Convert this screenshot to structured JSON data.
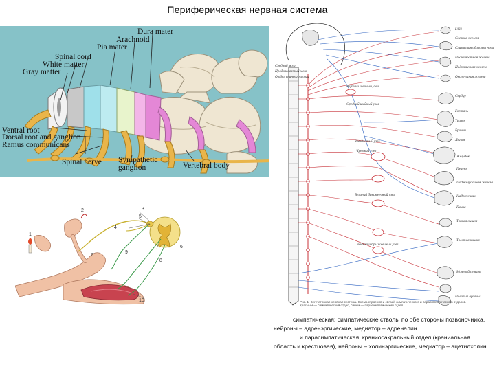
{
  "title": "Периферическая нервная система",
  "spinal_figure": {
    "labels": {
      "dura_mater": "Dura mater",
      "arachnoid": "Arachnoid",
      "pia_mater": "Pia mater",
      "spinal_cord": "Spinal cord",
      "white_matter": "White matter",
      "gray_matter": "Gray matter",
      "ventral_root": "Ventral root",
      "dorsal_root": "Dorsal root and ganglion",
      "ramus": "Ramus communicans",
      "spinal_nerve": "Spinal nerve",
      "sympathetic": "Sympathetic",
      "ganglion": "ganglion",
      "vertebral_body": "Vertebral body"
    },
    "colors": {
      "background": "#86c2c8",
      "bone": "#efe6d2",
      "nerve": "#e9b54a",
      "pia": "#e487d6",
      "cord_white": "#f2f2f2",
      "cord_gray": "#9a9a9a",
      "segment_cyan": "#9fe0ea"
    }
  },
  "reflex_figure": {
    "numbers": [
      "1",
      "2",
      "3",
      "4",
      "5",
      "6",
      "7",
      "8",
      "9",
      "10"
    ],
    "colors": {
      "nerve": "#c9b233",
      "muscle": "#c8434f",
      "skin": "#f0c1a5",
      "cord": "#e9c74c",
      "path": "#3b9a4a"
    }
  },
  "autonomic_figure": {
    "left_labels": [
      "Средний мозг",
      "Продолговатый мозг",
      "Отдел спинного мозга"
    ],
    "center_labels": [
      "Верхний шейный узел",
      "Средний шейный узел",
      "Звездчатый узел",
      "Чревный узел",
      "Верхний брыжеечный узел",
      "Нижний брыжеечный узел"
    ],
    "right_labels": [
      "Глаз",
      "Слезная железа",
      "Слизистая оболочка носа",
      "Подчелюстная железа",
      "Подъязычная железа",
      "Околоушная железа",
      "Сердце",
      "Гортань",
      "Трахея",
      "Бронхи",
      "Легкие",
      "Желудок",
      "Печень",
      "Поджелудочная железа",
      "Надпочечник",
      "Почка",
      "Тонкая кишка",
      "Толстая кишка",
      "Мочевой пузырь",
      "Половые органы"
    ],
    "caption": "Рис. 1. Вегетативная нервная система. Схема строения и связей симпатического и парасимпатического отделов. Красным — симпатический отдел, синим — парасимпатический отдел.",
    "colors": {
      "sympathetic": "#c8333a",
      "parasympathetic": "#2f63c0",
      "outline": "#333333"
    }
  },
  "description": {
    "line1": "симпатическая: симпатические стволы по обе     стороны позвоночника, нейроны – адренэргические, медиатор – адреналин",
    "line2": "и парасимпатическая, краниосакральный отдел (краниальная область и крестцовая), нейроны – холинэргические, медиатор – ацетилхолин"
  }
}
